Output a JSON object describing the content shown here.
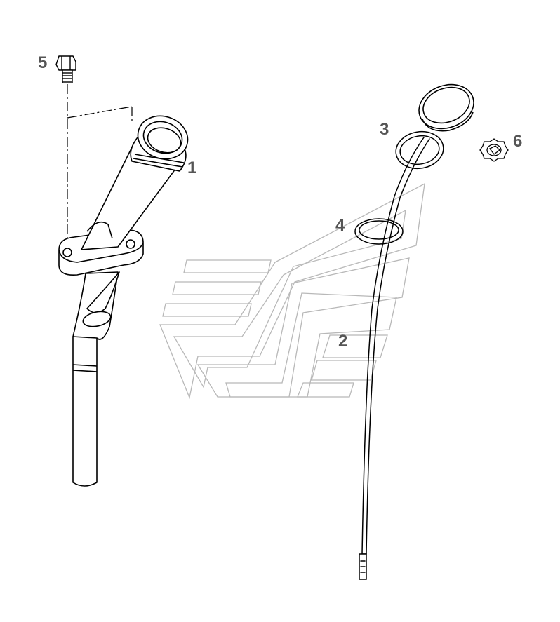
{
  "diagram": {
    "part_labels": [
      "1",
      "2",
      "3",
      "4",
      "5",
      "6"
    ]
  },
  "colors": {
    "line": "#000000",
    "label": "#555555",
    "watermark": "#b8b8b8",
    "background": "#ffffff"
  }
}
